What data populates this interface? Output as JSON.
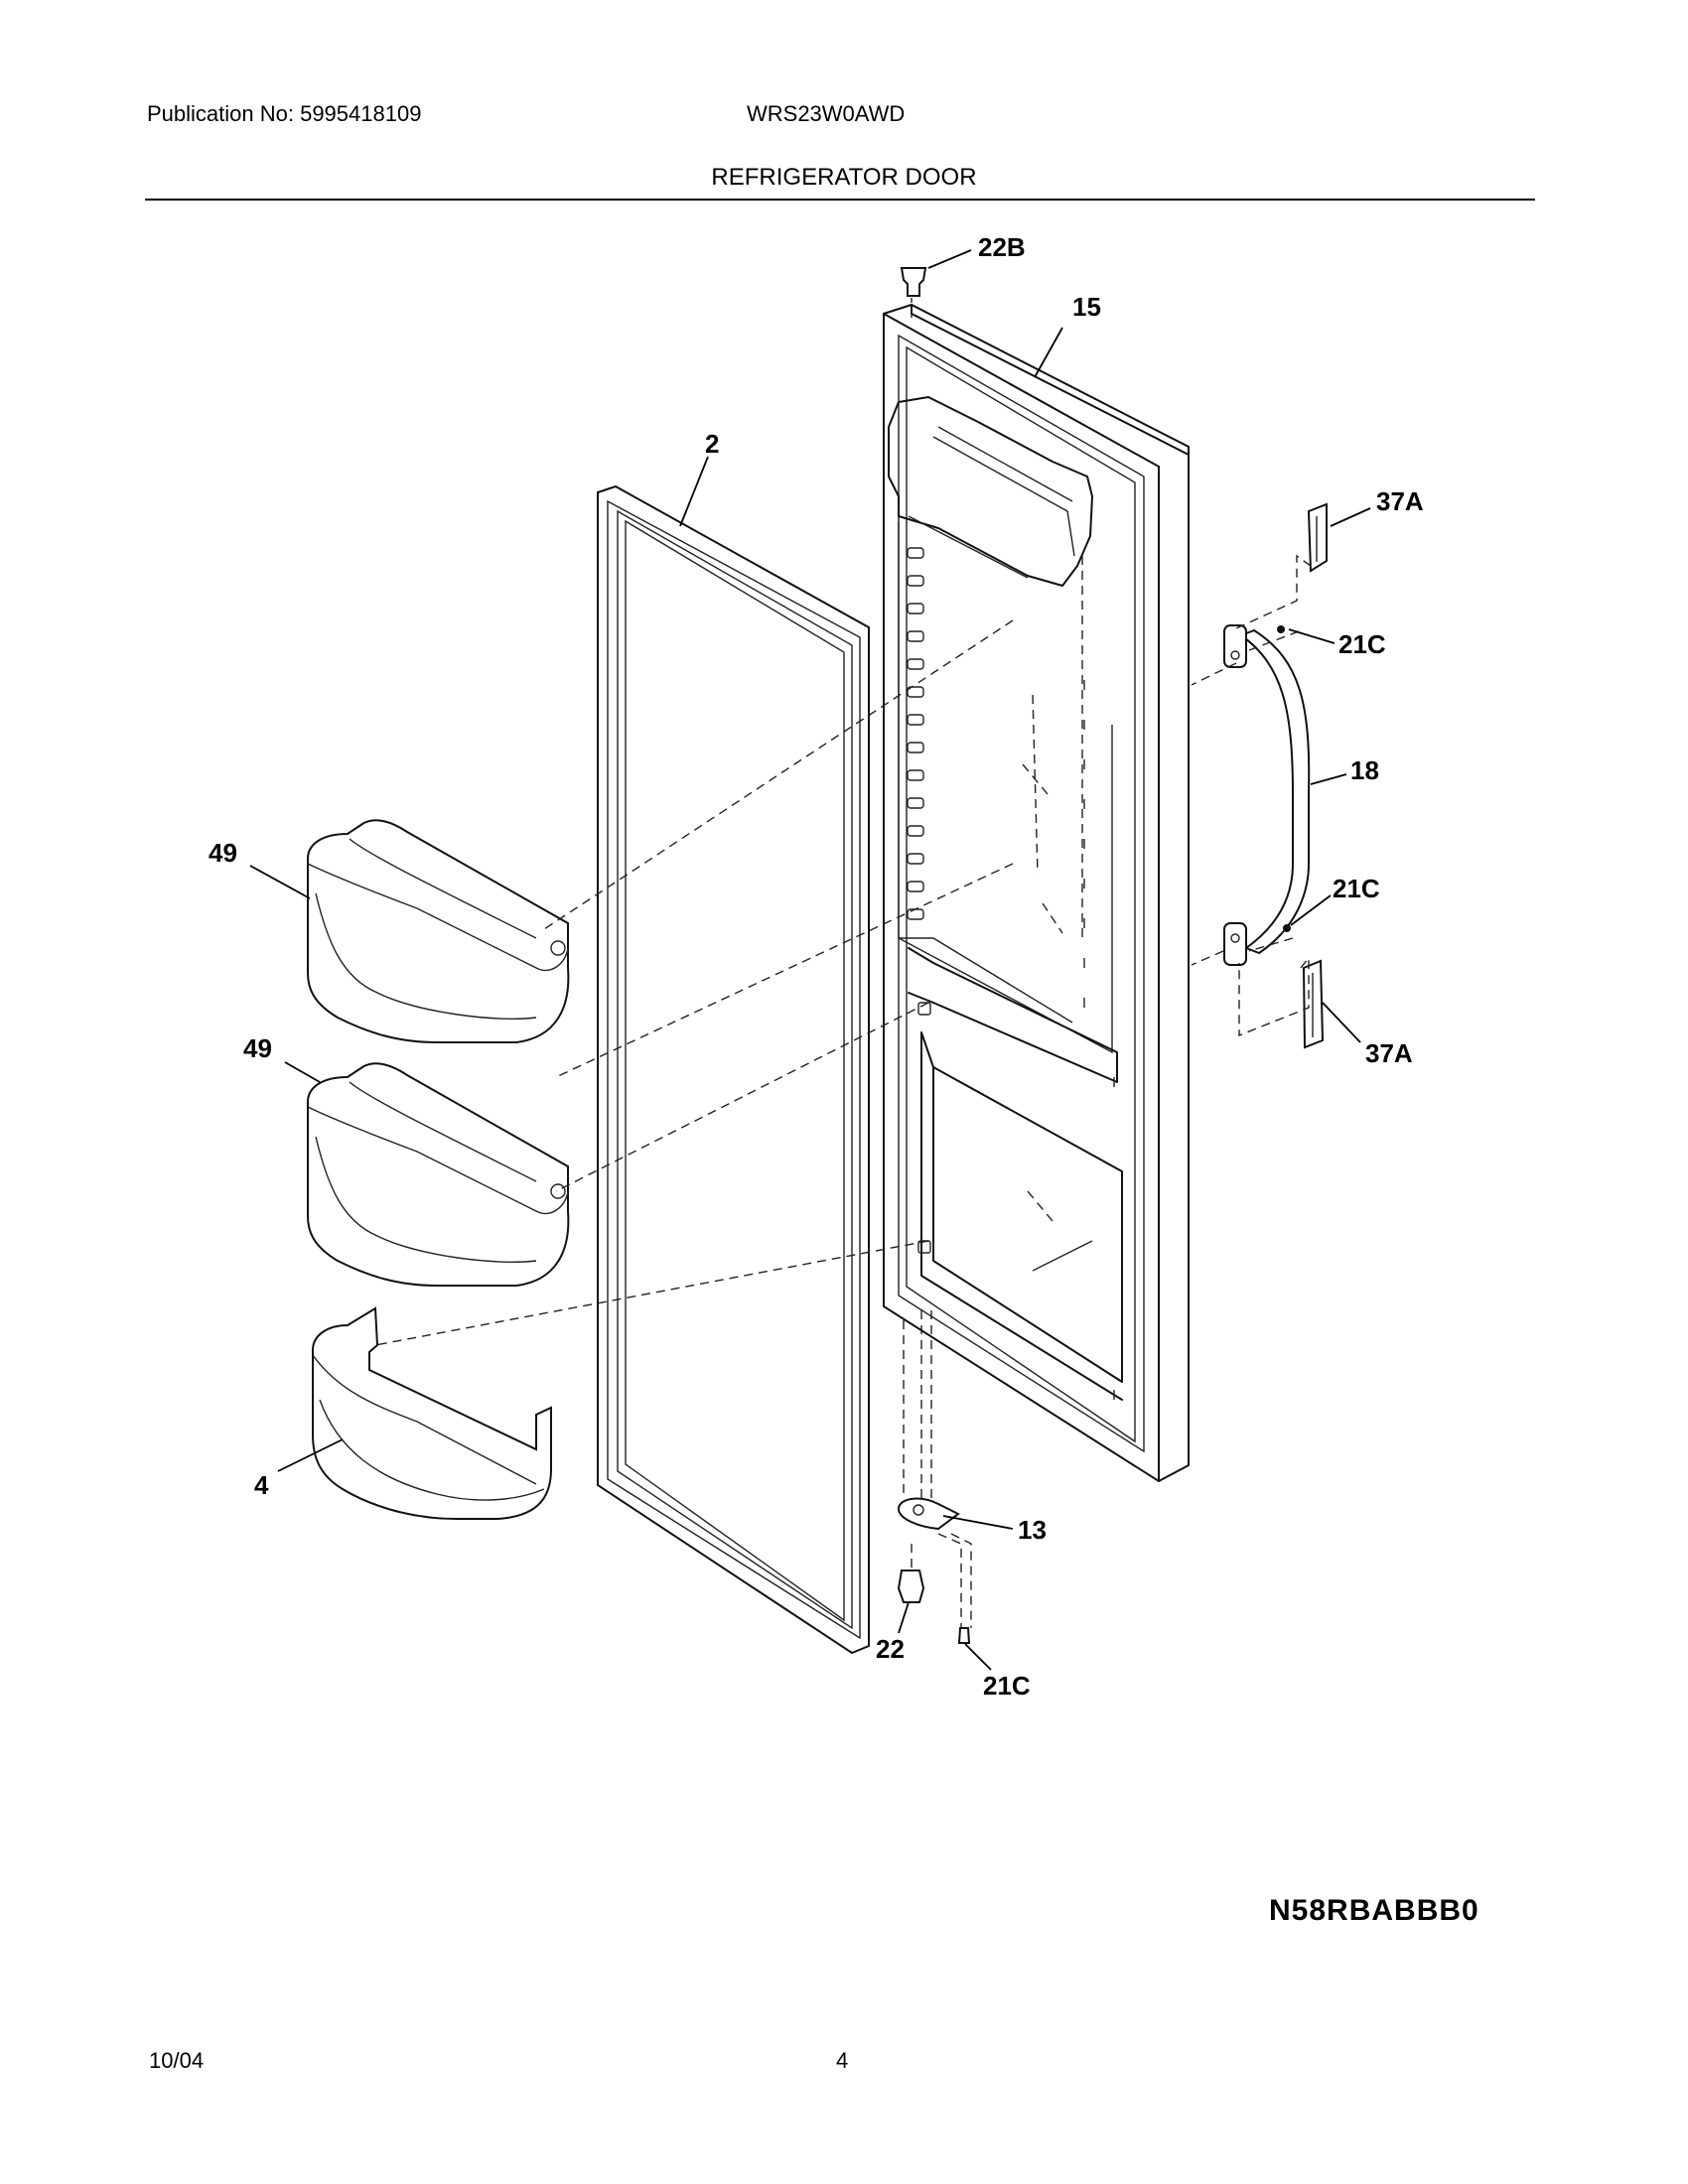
{
  "header": {
    "publication": "Publication No: 5995418109",
    "model": "WRS23W0AWD",
    "section_title": "REFRIGERATOR DOOR"
  },
  "callouts": {
    "c_22b": "22B",
    "c_15": "15",
    "c_2": "2",
    "c_37a_top": "37A",
    "c_21c_top": "21C",
    "c_18": "18",
    "c_49_top": "49",
    "c_21c_mid": "21C",
    "c_49_mid": "49",
    "c_37a_bottom": "37A",
    "c_4": "4",
    "c_13": "13",
    "c_22": "22",
    "c_21c_bottom": "21C"
  },
  "diagram_code": "N58RBABBB0",
  "footer": {
    "date": "10/04",
    "page_number": "4"
  }
}
